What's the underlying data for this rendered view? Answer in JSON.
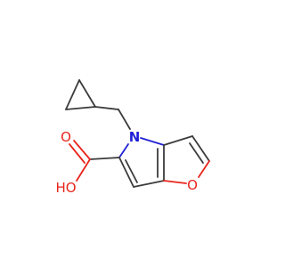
{
  "molecule": {
    "atoms": {
      "nitrogen": {
        "symbol": "N",
        "color": "#1f1fd6"
      },
      "furan_oxygen": {
        "symbol": "O",
        "color": "#e8241b"
      },
      "carbonyl_oxygen": {
        "symbol": "O",
        "color": "#e8241b"
      },
      "hydroxyl": {
        "symbol": "HO",
        "color": "#e8241b"
      }
    },
    "bond_color": "#3b3b3b"
  }
}
